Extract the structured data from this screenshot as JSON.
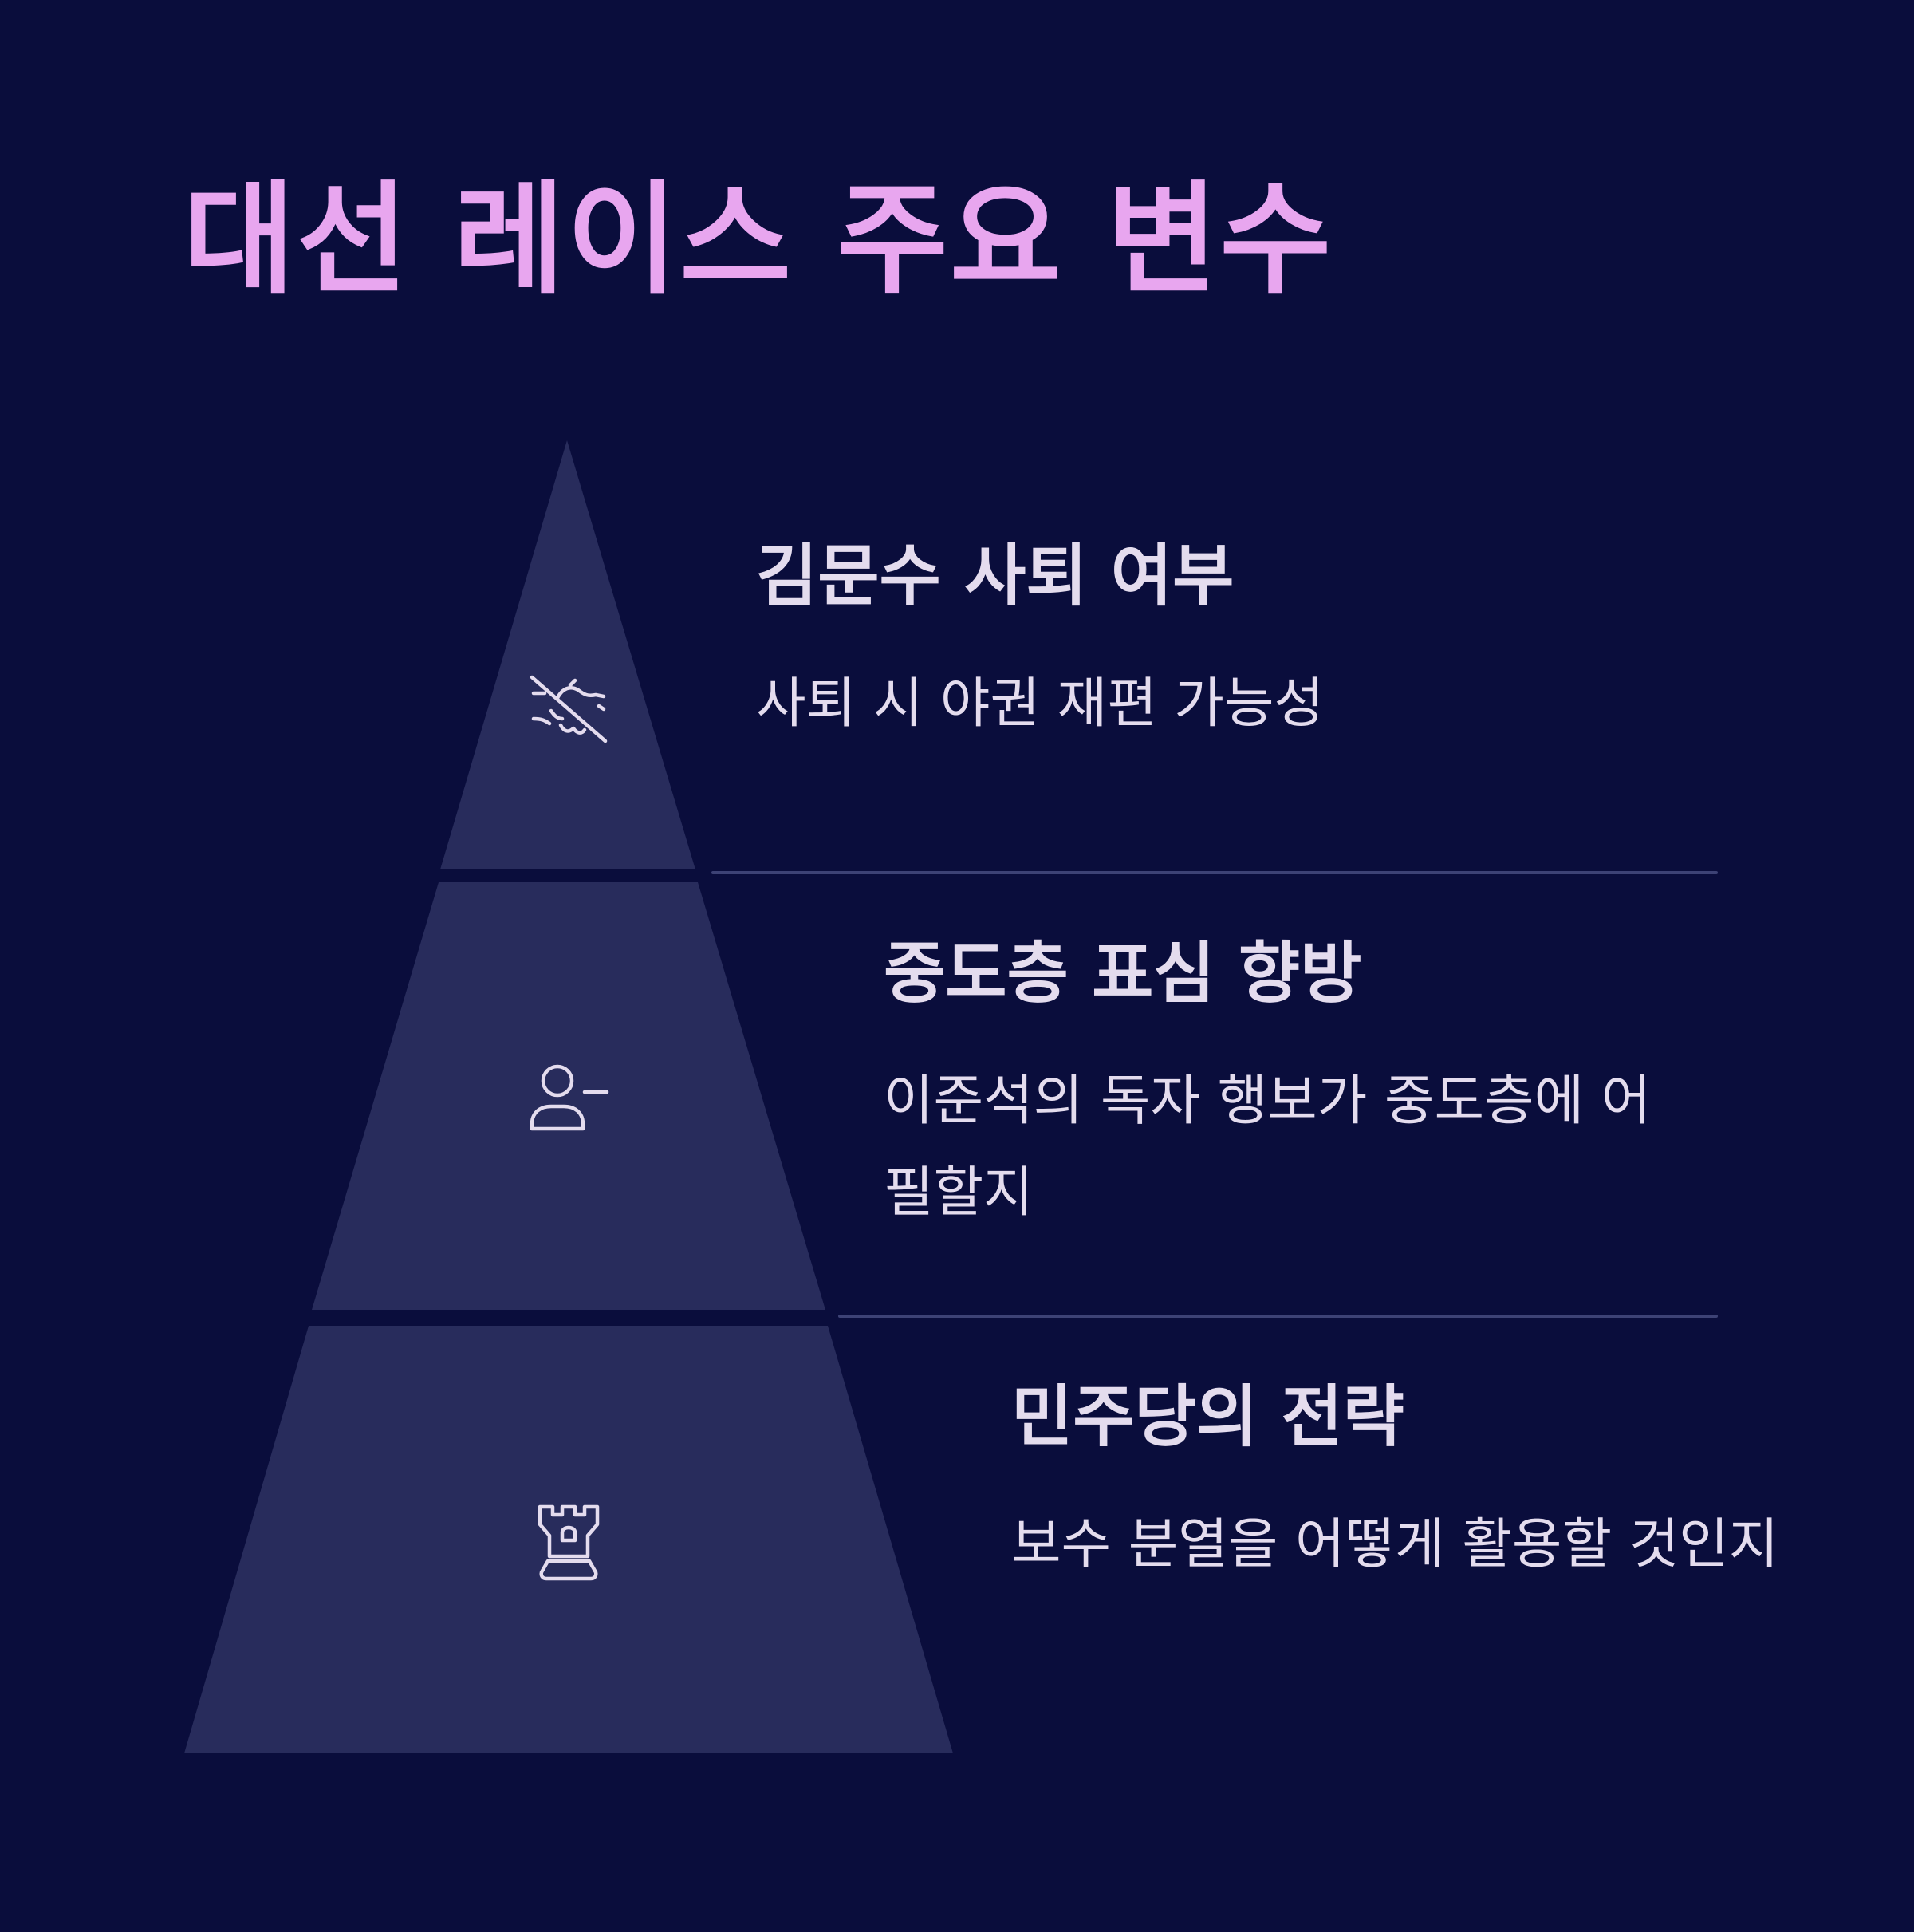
{
  "title": "대선 레이스 주요 변수",
  "colors": {
    "background": "#0a0d3c",
    "title": "#e8a6ef",
    "tier_fill": "#282c5c",
    "divider": "#3d4275",
    "text": "#e4dcee"
  },
  "tiers": [
    {
      "title": "김문수 사퇴 여부",
      "description": "사퇴 시 야권 재편 가능성",
      "icon": "hands-off-icon"
    },
    {
      "title": "중도층 표심 향방",
      "description": "이준석의 독자 행보가 중도층에 어필할지",
      "icon": "user-minus-icon"
    },
    {
      "title": "민주당의 전략",
      "description": "보수 분열을 어떻게 활용할 것인지",
      "icon": "chess-rook-icon"
    }
  ]
}
